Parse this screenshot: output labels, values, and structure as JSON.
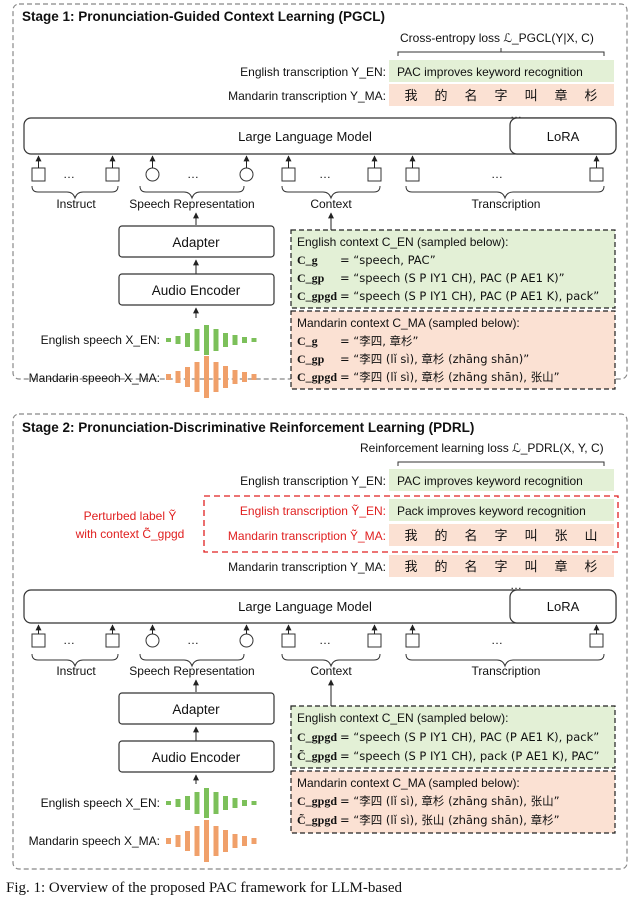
{
  "stage1": {
    "title": "Stage 1: Pronunciation-Guided Context Learning (PGCL)",
    "loss": "Cross-entropy loss ℒ_PGCL(Y|X, C)",
    "en_label": "English transcription Y_EN:",
    "en_text": "PAC improves keyword recognition",
    "ma_label": "Mandarin transcription Y_MA:",
    "ma_chars": [
      "我",
      "的",
      "名",
      "字",
      "叫",
      "章",
      "杉"
    ],
    "en_speech_label": "English speech X_EN:",
    "ma_speech_label": "Mandarin speech X_MA:",
    "en_context": {
      "header": "English context C_EN (sampled below):",
      "rows": [
        {
          "key": "C_g",
          "val": "= “speech, PAC”"
        },
        {
          "key": "C_gp",
          "val": "= “speech (S P IY1 CH), PAC (P AE1 K)”"
        },
        {
          "key": "C_gpgd",
          "val": "= “speech (S P IY1 CH), PAC (P AE1 K), pack”"
        }
      ]
    },
    "ma_context": {
      "header": "Mandarin context C_MA (sampled below):",
      "rows": [
        {
          "key": "C_g",
          "val": "= “李四, 章杉”"
        },
        {
          "key": "C_gp",
          "val": "= “李四 (lǐ sì), 章杉 (zhāng shān)”"
        },
        {
          "key": "C_gpgd",
          "val": "= “李四 (lǐ sì), 章杉 (zhāng shān), 张山”"
        }
      ]
    }
  },
  "stage2": {
    "title": "Stage 2: Pronunciation-Discriminative Reinforcement Learning (PDRL)",
    "loss": "Reinforcement learning loss ℒ_PDRL(X, Y, C)",
    "en_label": "English transcription Y_EN:",
    "en_text": "PAC improves keyword recognition",
    "perturbed_caption_1": "Perturbed label Ỹ",
    "perturbed_caption_2": "with context C̃_gpgd",
    "p_en_label": "English transcription Ỹ_EN:",
    "p_en_text": "Pack improves keyword recognition",
    "p_ma_label": "Mandarin transcription Ỹ_MA:",
    "p_ma_chars": [
      "我",
      "的",
      "名",
      "字",
      "叫",
      "张",
      "山"
    ],
    "ma_label": "Mandarin transcription Y_MA:",
    "ma_chars": [
      "我",
      "的",
      "名",
      "字",
      "叫",
      "章",
      "杉"
    ],
    "en_speech_label": "English speech X_EN:",
    "ma_speech_label": "Mandarin speech X_MA:",
    "en_context": {
      "header": "English context C_EN (sampled below):",
      "rows": [
        {
          "key": "C_gpgd",
          "val": "= “speech (S P IY1 CH), PAC (P AE1 K), pack”"
        },
        {
          "key": "C̃_gpgd",
          "val": "= “speech (S P IY1 CH), pack (P AE1 K), PAC”"
        }
      ]
    },
    "ma_context": {
      "header": "Mandarin context C_MA (sampled below):",
      "rows": [
        {
          "key": "C_gpgd",
          "val": "= “李四 (lǐ sì), 章杉 (zhāng shān), 张山”"
        },
        {
          "key": "C̃_gpgd",
          "val": "= “李四 (lǐ sì), 张山 (zhāng shān), 章杉”"
        }
      ]
    }
  },
  "shared": {
    "llm": "Large Language Model",
    "lora": "LoRA",
    "adapter": "Adapter",
    "audio_encoder": "Audio Encoder",
    "group_instruct": "Instruct",
    "group_speech": "Speech Representation",
    "group_context": "Context",
    "group_transcription": "Transcription",
    "ellipsis": "…"
  },
  "caption": "Fig. 1: Overview of the proposed PAC framework for LLM-based"
}
